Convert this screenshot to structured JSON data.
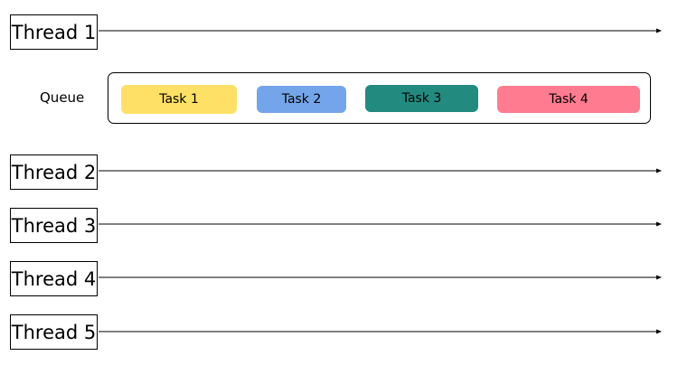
{
  "threads": [
    {
      "label": "Thread 1"
    },
    {
      "label": "Thread 2"
    },
    {
      "label": "Thread 3"
    },
    {
      "label": "Thread 4"
    },
    {
      "label": "Thread 5"
    }
  ],
  "queue": {
    "label": "Queue",
    "tasks": [
      {
        "label": "Task 1",
        "color": "#FFE066"
      },
      {
        "label": "Task 2",
        "color": "#74A5EA"
      },
      {
        "label": "Task 3",
        "color": "#238A80"
      },
      {
        "label": "Task 4",
        "color": "#FF7B8F"
      }
    ]
  },
  "colors": {
    "line": "#000000"
  }
}
